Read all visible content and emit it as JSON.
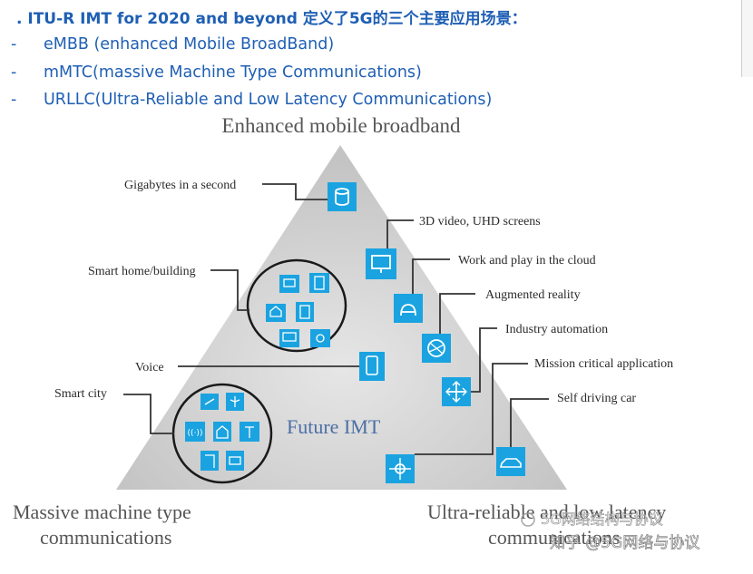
{
  "heading": ". ITU-R IMT for 2020 and beyond 定义了5G的三个主要应用场景：",
  "bullets": [
    {
      "dash": "-",
      "text": "eMBB (enhanced Mobile BroadBand)"
    },
    {
      "dash": "-",
      "text": "mMTC(massive Machine Type Communications)"
    },
    {
      "dash": "-",
      "text": "URLLC(Ultra-Reliable and Low Latency Communications)"
    }
  ],
  "diagram": {
    "top_title": "Enhanced mobile broadband",
    "center_title": "Future IMT",
    "bottom_left_line1": "Massive machine type",
    "bottom_left_line2": "communications",
    "bottom_right_line1": "Ultra-reliable and low latency",
    "bottom_right_line2": "communications",
    "labels": {
      "gigabytes": "Gigabytes in a second",
      "video": "3D video, UHD screens",
      "cloud": "Work and play in the cloud",
      "ar": "Augmented reality",
      "industry": "Industry automation",
      "mission": "Mission critical application",
      "car": "Self driving car",
      "smart_home": "Smart home/building",
      "voice": "Voice",
      "smart_city": "Smart city"
    },
    "colors": {
      "triangle": "#cdcdcd",
      "icon_fill": "#1aa3e0",
      "icon_line": "#ffffff",
      "connector": "#333333"
    }
  },
  "watermark": {
    "line1": "5G网络结构与协议",
    "line2": "知乎 @5G网络与协议"
  }
}
